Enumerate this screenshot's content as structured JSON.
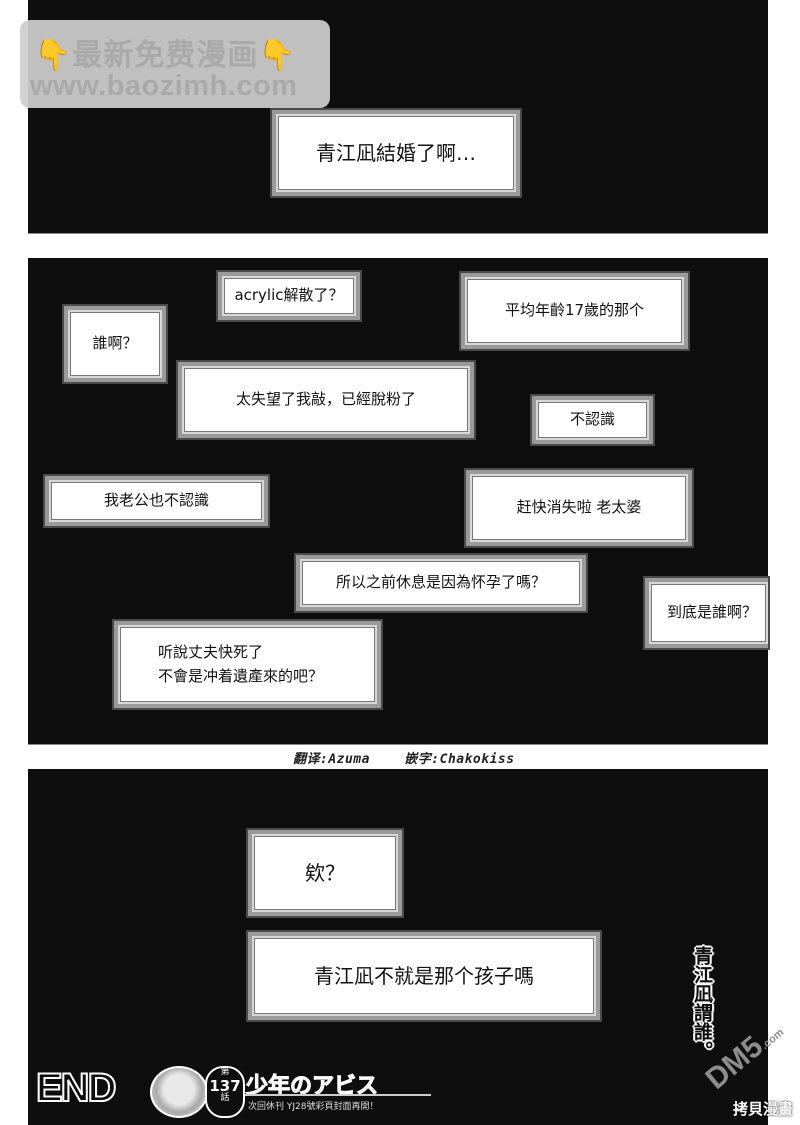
{
  "watermark": {
    "line1": "最新免费漫画",
    "line2": "www.baozimh.com",
    "hand_icon": "👇"
  },
  "panel1": {
    "boxes": [
      {
        "text": "青江凪結婚了啊…"
      }
    ]
  },
  "panel2": {
    "boxes": [
      {
        "text": "acrylic解散了？"
      },
      {
        "text": "平均年齡17歲的那个"
      },
      {
        "text": "誰啊？"
      },
      {
        "text": "太失望了我敲，已經脫粉了"
      },
      {
        "text": "不認識"
      },
      {
        "text": "我老公也不認識"
      },
      {
        "text": "赶快消失啦 老太婆"
      },
      {
        "text": "所以之前休息是因為怀孕了嗎？"
      },
      {
        "text": "到底是誰啊？"
      },
      {
        "lines": [
          "听說丈夫快死了",
          "不會是冲着遺產來的吧？"
        ]
      }
    ]
  },
  "credits": {
    "translation": "翻译:Azuma",
    "typesetting": "嵌字:Chakokiss"
  },
  "panel3": {
    "boxes": [
      {
        "text": "欸？"
      },
      {
        "text": "青江凪不就是那个孩子嗎"
      }
    ],
    "vertical_text": "青江凪謂誰。"
  },
  "footer": {
    "end_label": "END",
    "chapter_prefix": "第",
    "chapter_number": "137",
    "chapter_suffix": "話",
    "series_title": "少年のアビス",
    "next_notice": "次回休刊 YJ28號彩頁封面再開！",
    "site_mark": "DM5",
    "site_mark_suffix": ".com",
    "corner_mark": "拷貝漫畫"
  },
  "colors": {
    "panel_bg": "#0e0e0e",
    "box_bg": "#ffffff",
    "box_border": "#9a9a9a",
    "watermark_bg": "#cdcdcd",
    "watermark_text": "#a9a9a9",
    "hand_icon": "#e2a319"
  }
}
